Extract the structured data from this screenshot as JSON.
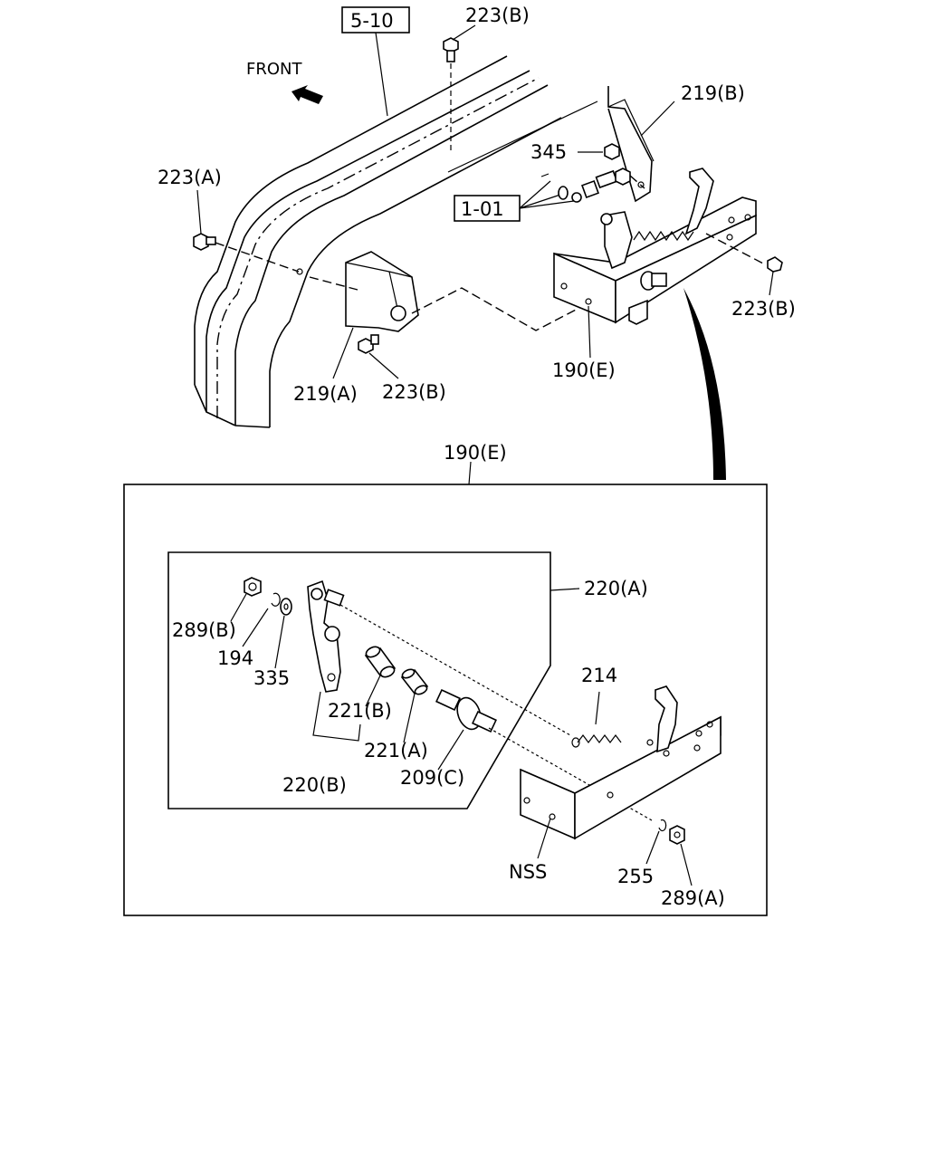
{
  "refs": {
    "ref_5_10": "5-10",
    "ref_1_01": "1-01"
  },
  "direction": {
    "front": "FRONT"
  },
  "labels": {
    "p223b_top": "223(B)",
    "p219b": "219(B)",
    "p345": "345",
    "p223a": "223(A)",
    "p223b_right": "223(B)",
    "p219a": "219(A)",
    "p223b_mid": "223(B)",
    "p190e": "190(E)",
    "p190e_box": "190(E)",
    "p220a": "220(A)",
    "p289b": "289(B)",
    "p194": "194",
    "p335": "335",
    "p214": "214",
    "p221b": "221(B)",
    "p221a": "221(A)",
    "p220b": "220(B)",
    "p209c": "209(C)",
    "nss": "NSS",
    "p255": "255",
    "p289a": "289(A)"
  }
}
